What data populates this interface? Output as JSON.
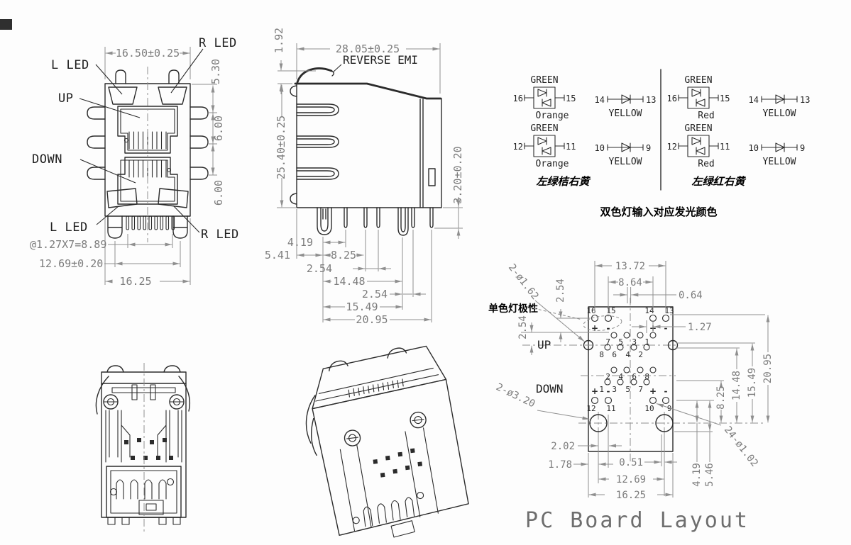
{
  "front_view": {
    "label_l_led_top": "L LED",
    "label_r_led_top": "R LED",
    "label_up": "UP",
    "label_down": "DOWN",
    "label_l_led_bottom": "L LED",
    "label_r_led_bottom": "R LED",
    "dim_width": "16.50±0.25",
    "dim_led_height": "5.30",
    "dim_port_pitch_1": "6.00",
    "dim_port_pitch_2": "6.00",
    "dim_pin_span": "@1.27X7=8.89",
    "dim_post_span": "12.69±0.20",
    "dim_body_width": "16.25"
  },
  "side_view": {
    "label_reverse_emi": "REVERSE EMI",
    "dim_tab": "1.92",
    "dim_depth": "28.05±0.25",
    "dim_height": "25.40±0.25",
    "dim_standoff": "3.20±0.20",
    "dim_b1": "4.19",
    "dim_b2": "5.41",
    "dim_b3": "8.25",
    "dim_b4": "2.54",
    "dim_b5": "14.48",
    "dim_b6": "2.54",
    "dim_b7": "15.49",
    "dim_b8": "20.95"
  },
  "led_diagram": {
    "left": {
      "bicolor": [
        {
          "top": "GREEN",
          "pin_a": "16",
          "pin_b": "15",
          "bottom": "Orange"
        },
        {
          "top": "GREEN",
          "pin_a": "12",
          "pin_b": "11",
          "bottom": "Orange"
        }
      ],
      "single": [
        {
          "pin_a": "14",
          "pin_b": "13",
          "label": "YELLOW"
        },
        {
          "pin_a": "10",
          "pin_b": "9",
          "label": "YELLOW"
        }
      ],
      "caption": "左绿桔右黄"
    },
    "right": {
      "bicolor": [
        {
          "top": "GREEN",
          "pin_a": "16",
          "pin_b": "15",
          "bottom": "Red"
        },
        {
          "top": "GREEN",
          "pin_a": "12",
          "pin_b": "11",
          "bottom": "Red"
        }
      ],
      "single": [
        {
          "pin_a": "14",
          "pin_b": "13",
          "label": "YELLOW"
        },
        {
          "pin_a": "10",
          "pin_b": "9",
          "label": "YELLOW"
        }
      ],
      "caption": "左绿红右黄"
    },
    "footer": "双色灯输入对应发光颜色"
  },
  "pcb": {
    "title": "PC Board Layout",
    "label_up": "UP",
    "label_down": "DOWN",
    "label_polarity": "单色灯极性",
    "callout_small_holes": "2-ø1.62",
    "callout_big_holes": "2-ø3.20",
    "callout_pads": "24-ø1.02",
    "plus": "+",
    "minus": "-",
    "pins_top": [
      "16",
      "15",
      "14",
      "13"
    ],
    "pins_up_row1": [
      "7",
      "5",
      "3",
      "1"
    ],
    "pins_up_row2": [
      "8",
      "6",
      "4",
      "2"
    ],
    "pins_down_row1": [
      "2",
      "4",
      "6",
      "8"
    ],
    "pins_down_row2": [
      "1",
      "3",
      "5",
      "7"
    ],
    "pins_bottom": [
      "12",
      "11",
      "10",
      "9"
    ],
    "dim_13_72": "13.72",
    "dim_8_64": "8.64",
    "dim_0_64": "0.64",
    "dim_1_27": "1.27",
    "dim_2_54_a": "2.54",
    "dim_2_54_b": "2.54",
    "dim_20_95": "20.95",
    "dim_15_49": "15.49",
    "dim_14_48": "14.48",
    "dim_8_25": "8.25",
    "dim_4_19": "4.19",
    "dim_5_46": "5.46",
    "dim_2_02": "2.02",
    "dim_1_78": "1.78",
    "dim_0_51": "0.51",
    "dim_12_69": "12.69",
    "dim_16_25": "16.25"
  }
}
